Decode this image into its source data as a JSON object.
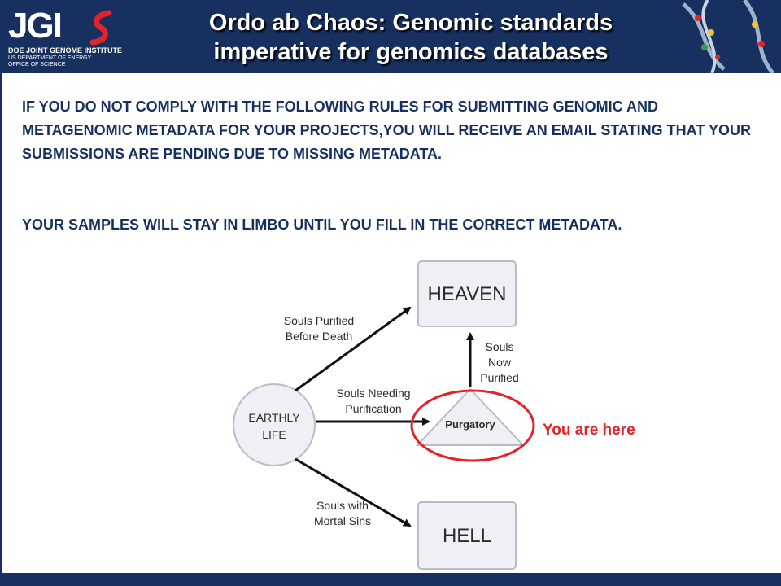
{
  "header": {
    "logo": {
      "mark": "JGI",
      "line1": "DOE JOINT GENOME INSTITUTE",
      "line2": "US DEPARTMENT OF ENERGY",
      "line3": "OFFICE OF SCIENCE"
    },
    "title_line1": "Ordo ab Chaos: Genomic standards",
    "title_line2": "imperative for  genomics databases"
  },
  "body": {
    "paragraph1": "IF YOU DO NOT COMPLY WITH THE FOLLOWING RULES FOR SUBMITTING GENOMIC AND METAGENOMIC METADATA FOR YOUR PROJECTS,YOU WILL RECEIVE AN EMAIL STATING THAT YOUR SUBMISSIONS ARE PENDING DUE TO MISSING METADATA.",
    "paragraph2": "YOUR SAMPLES WILL STAY IN LIMBO UNTIL YOU FILL IN THE CORRECT METADATA."
  },
  "diagram": {
    "heaven": "HEAVEN",
    "hell": "HELL",
    "earthly_line1": "EARTHLY",
    "earthly_line2": "LIFE",
    "purgatory": "Purgatory",
    "label_purified_1": "Souls Purified",
    "label_purified_2": "Before Death",
    "label_needing_1": "Souls Needing",
    "label_needing_2": "Purification",
    "label_sins_1": "Souls with",
    "label_sins_2": "Mortal Sins",
    "label_now_1": "Souls",
    "label_now_2": "Now",
    "label_now_3": "Purified",
    "you_are_here": "You are here"
  },
  "colors": {
    "header_bg": "#17305f",
    "body_text": "#17305f",
    "highlight_red": "#e3222b",
    "box_fill": "#eef0f5"
  }
}
